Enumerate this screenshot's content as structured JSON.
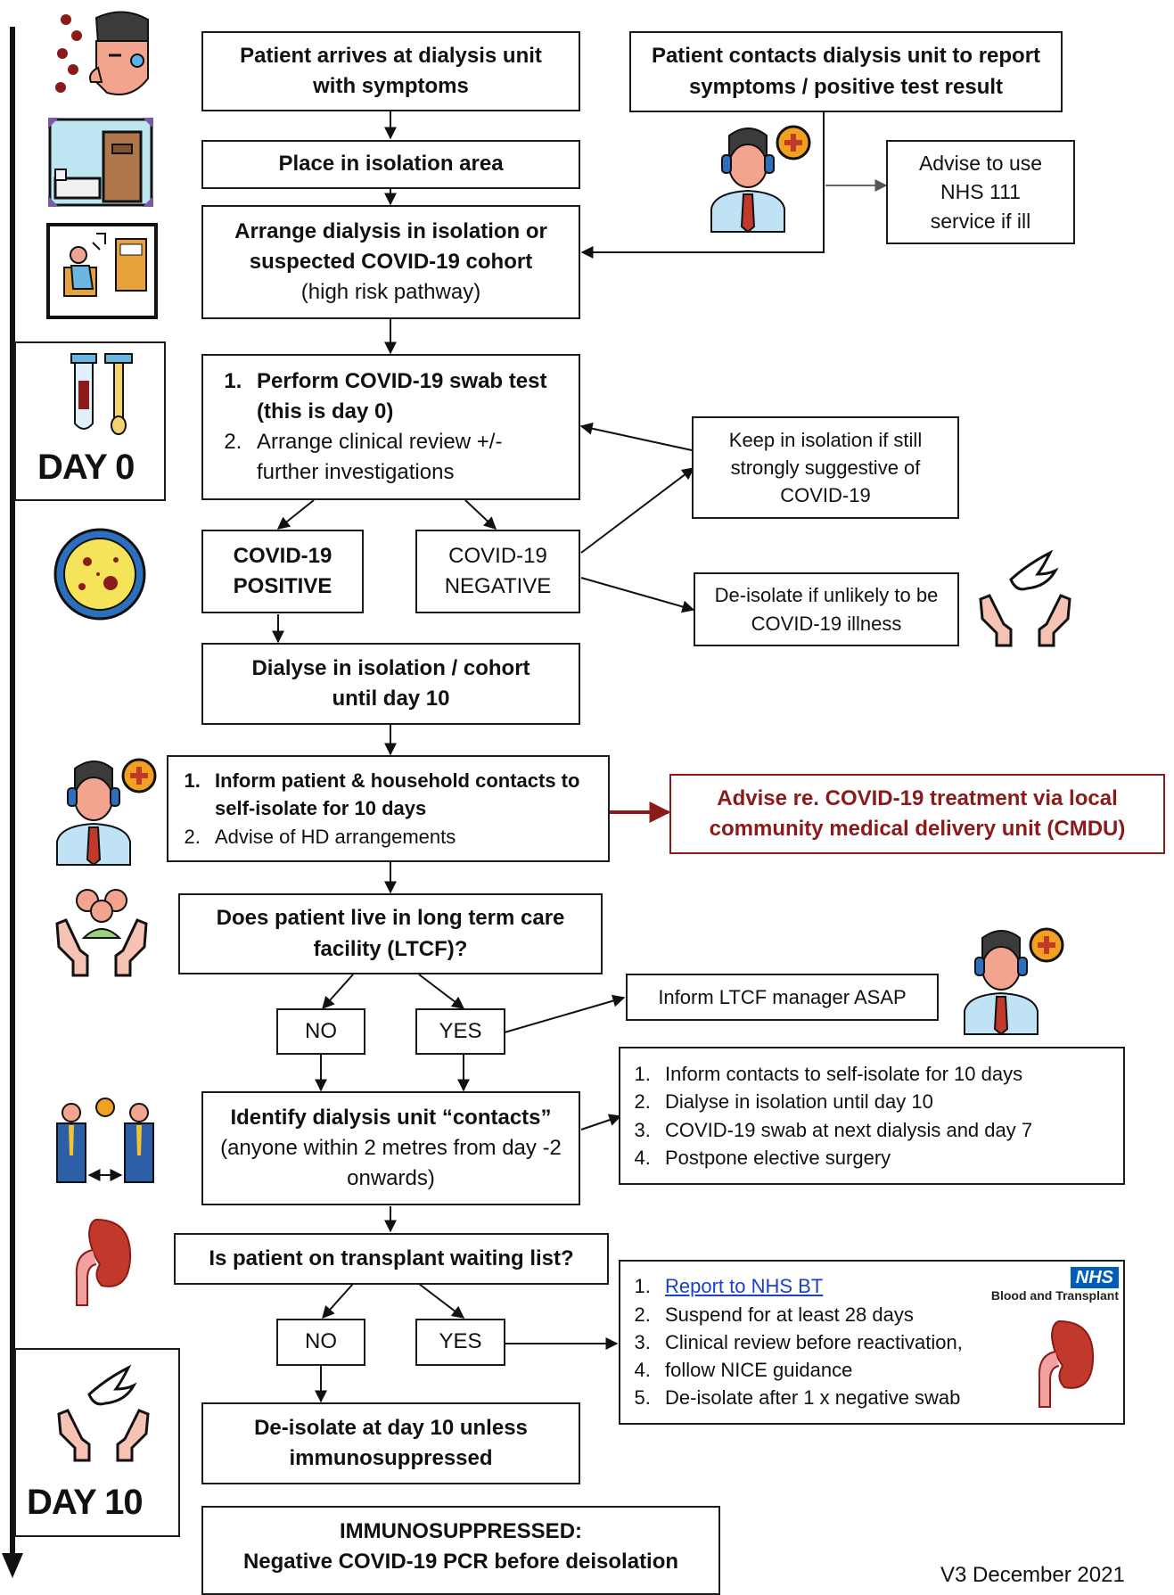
{
  "boxes": {
    "arrives": "Patient arrives at dialysis unit with symptoms",
    "contacts_unit": "Patient contacts dialysis unit to report symptoms / positive test result",
    "advise_111": "Advise to use NHS 111 service if ill",
    "isolation_area": "Place in isolation area",
    "arrange_dialysis_bold": "Arrange dialysis in isolation or suspected COVID-19 cohort",
    "arrange_dialysis_note": "(high risk pathway)",
    "swab_items": [
      "Perform COVID-19 swab test (this is day 0)",
      "Arrange clinical review +/- further investigations"
    ],
    "keep_isolation": "Keep in isolation if still strongly  suggestive of COVID-19",
    "positive": "COVID-19 POSITIVE",
    "negative": "COVID-19 NEGATIVE",
    "deisolate_unlikely": "De-isolate if unlikely to be COVID-19 illness",
    "dialyse_isolation": "Dialyse in isolation /  cohort until day 10",
    "inform_items": [
      "Inform patient & household contacts to self-isolate for 10 days",
      "Advise of HD arrangements"
    ],
    "cmdu": "Advise re. COVID-19 treatment via local community medical delivery unit (CMDU)",
    "ltcf_question": "Does patient live in long term care facility (LTCF)?",
    "no": "NO",
    "yes": "YES",
    "inform_ltcf": "Inform LTCF manager ASAP",
    "identify_bold": "Identify dialysis unit “contacts”",
    "identify_note": "(anyone within 2 metres from day -2 onwards)",
    "contacts_items": [
      "Inform contacts to self-isolate for 10 days",
      "Dialyse in isolation  until day 10",
      "COVID-19 swab at next dialysis and day 7",
      "Postpone elective surgery"
    ],
    "transplant_question": "Is patient on transplant waiting list?",
    "transplant_link": "Report to NHS BT",
    "transplant_items": [
      "Suspend for at least 28 days",
      "Clinical review before reactivation,",
      "follow NICE guidance",
      "De-isolate after 1 x negative swab"
    ],
    "deisolate_day10": "De-isolate at day 10 unless immunosuppressed",
    "immuno_title": "IMMUNOSUPPRESSED:",
    "immuno_text": "Negative COVID-19 PCR before deisolation"
  },
  "timeline": {
    "day0": "DAY 0",
    "day10": "DAY 10"
  },
  "nhs_logo": {
    "mark": "NHS",
    "sub": "Blood and Transplant"
  },
  "version": "V3 December 2021",
  "colors": {
    "accent_red": "#8b1a1a",
    "link_blue": "#1a3fcc",
    "nhs_blue": "#005eb8"
  },
  "icons": [
    "sick-patient-icon",
    "isolation-room-icon",
    "dialysis-patient-icon",
    "test-tube-icon",
    "call-centre-operator-icon",
    "virus-petri-dish-icon",
    "dove-hands-icon",
    "care-hands-icon",
    "contacts-people-icon",
    "kidney-icon"
  ]
}
